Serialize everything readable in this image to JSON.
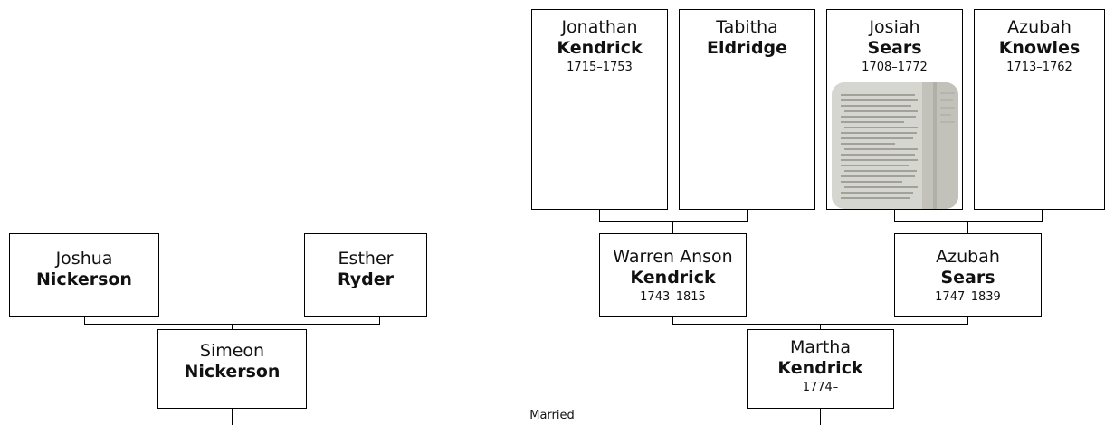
{
  "people": {
    "jonathan_kendrick": {
      "given": "Jonathan",
      "surname": "Kendrick",
      "dates": "1715–1753"
    },
    "tabitha_eldridge": {
      "given": "Tabitha",
      "surname": "Eldridge",
      "dates": ""
    },
    "josiah_sears": {
      "given": "Josiah",
      "surname": "Sears",
      "dates": "1708–1772"
    },
    "azubah_knowles": {
      "given": "Azubah",
      "surname": "Knowles",
      "dates": "1713–1762"
    },
    "joshua_nickerson": {
      "given": "Joshua",
      "surname": "Nickerson",
      "dates": ""
    },
    "esther_ryder": {
      "given": "Esther",
      "surname": "Ryder",
      "dates": ""
    },
    "warren_kendrick": {
      "given": "Warren Anson",
      "surname": "Kendrick",
      "dates": "1743–1815"
    },
    "azubah_sears": {
      "given": "Azubah",
      "surname": "Sears",
      "dates": "1747–1839"
    },
    "simeon_nickerson": {
      "given": "Simeon",
      "surname": "Nickerson",
      "dates": ""
    },
    "martha_kendrick": {
      "given": "Martha",
      "surname": "Kendrick",
      "dates": "1774–"
    }
  },
  "married_label": "Married",
  "photo_icon": "document-photo-thumbnail"
}
